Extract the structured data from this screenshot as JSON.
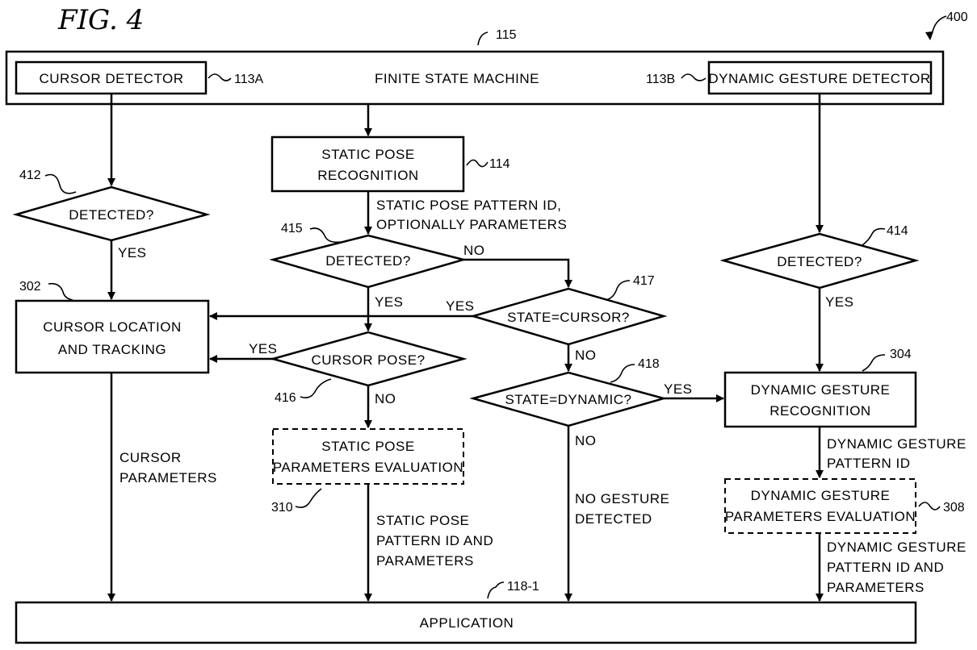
{
  "figure": {
    "title": "FIG. 4",
    "ref_number": "400"
  },
  "fsm": {
    "label": "FINITE STATE MACHINE",
    "ref": "115",
    "cursor_detector": {
      "label": "CURSOR DETECTOR",
      "ref": "113A"
    },
    "dynamic_detector": {
      "label": "DYNAMIC GESTURE DETECTOR",
      "ref": "113B"
    }
  },
  "static_pose_recognition": {
    "line1": "STATIC POSE",
    "line2": "RECOGNITION",
    "ref": "114"
  },
  "static_pose_output": {
    "line1": "STATIC POSE PATTERN ID,",
    "line2": "OPTIONALLY PARAMETERS"
  },
  "decision_412": {
    "label": "DETECTED?",
    "ref": "412",
    "yes": "YES"
  },
  "decision_415": {
    "label": "DETECTED?",
    "ref": "415",
    "yes": "YES",
    "no": "NO"
  },
  "decision_414": {
    "label": "DETECTED?",
    "ref": "414",
    "yes": "YES"
  },
  "decision_417": {
    "label": "STATE=CURSOR?",
    "ref": "417",
    "yes": "YES",
    "no": "NO"
  },
  "decision_416": {
    "label": "CURSOR POSE?",
    "ref": "416",
    "yes": "YES",
    "no": "NO"
  },
  "decision_418": {
    "label": "STATE=DYNAMIC?",
    "ref": "418",
    "yes": "YES",
    "no": "NO"
  },
  "cursor_tracking": {
    "line1": "CURSOR LOCATION",
    "line2": "AND TRACKING",
    "ref": "302"
  },
  "cursor_params": {
    "line1": "CURSOR",
    "line2": "PARAMETERS"
  },
  "static_eval": {
    "line1": "STATIC POSE",
    "line2": "PARAMETERS EVALUATION",
    "ref": "310"
  },
  "static_output": {
    "line1": "STATIC POSE",
    "line2": "PATTERN ID AND",
    "line3": "PARAMETERS"
  },
  "no_gesture": {
    "line1": "NO GESTURE",
    "line2": "DETECTED"
  },
  "dynamic_recognition": {
    "line1": "DYNAMIC GESTURE",
    "line2": "RECOGNITION",
    "ref": "304"
  },
  "dynamic_pattern": {
    "line1": "DYNAMIC GESTURE",
    "line2": "PATTERN ID"
  },
  "dynamic_eval": {
    "line1": "DYNAMIC GESTURE",
    "line2": "PARAMETERS EVALUATION",
    "ref": "308"
  },
  "dynamic_output": {
    "line1": "DYNAMIC GESTURE",
    "line2": "PATTERN ID AND",
    "line3": "PARAMETERS"
  },
  "application": {
    "label": "APPLICATION",
    "ref": "118-1"
  }
}
